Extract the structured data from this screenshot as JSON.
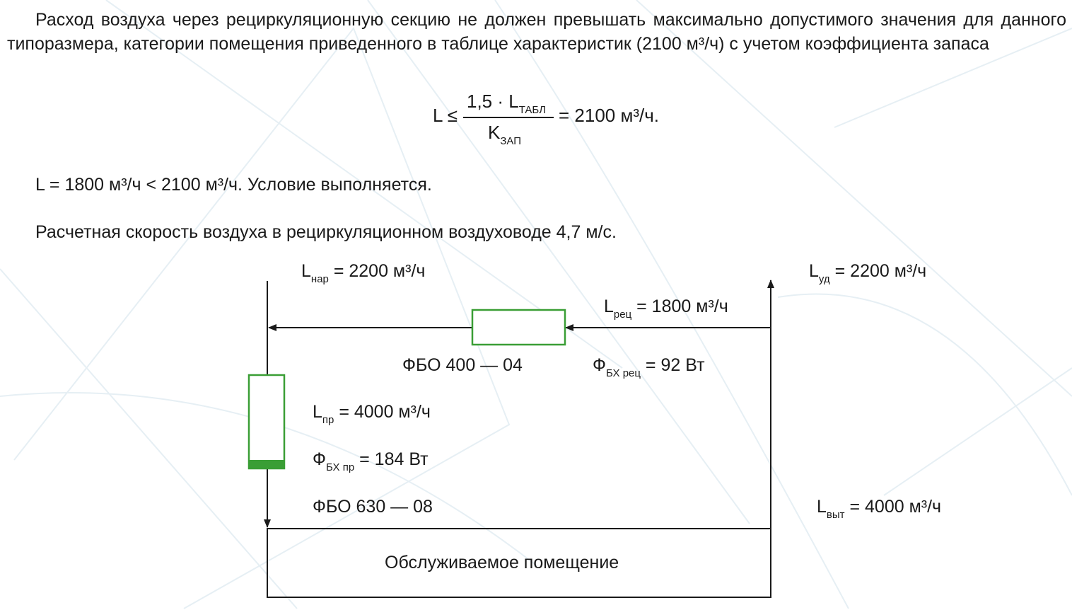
{
  "paragraph": "Расход воздуха через рециркуляционную секцию не должен превышать максимально допустимого значения для данного типоразмера, категории помещения  приведенного в таблице характеристик (2100 м³/ч) с учетом коэффициента запаса",
  "formula": {
    "lhs": "L ≤",
    "numerator": "1,5 · L",
    "numerator_sub": "ТАБЛ",
    "denominator": "K",
    "denominator_sub": "ЗАП",
    "rhs": "= 2100 м³/ч."
  },
  "condition_line": "L = 1800 м³/ч < 2100 м³/ч. Условие выполняется.",
  "velocity_line": "Расчетная скорость воздуха в рециркуляционном воздуховоде 4,7 м/с.",
  "labels": {
    "l_nar": {
      "sym": "L",
      "sub": "нар",
      "val": " = 2200 м³/ч"
    },
    "l_ud": {
      "sym": "L",
      "sub": "уд",
      "val": " = 2200 м³/ч"
    },
    "l_rec": {
      "sym": "L",
      "sub": "рец",
      "val": " = 1800 м³/ч"
    },
    "fbo_rec": "ФБО 400 — 04",
    "phi_rec": {
      "sym": "Ф",
      "sub": "БХ рец",
      "val": " = 92 Вт"
    },
    "l_pr": {
      "sym": "L",
      "sub": "пр",
      "val": " = 4000 м³/ч"
    },
    "phi_pr": {
      "sym": "Ф",
      "sub": "БХ пр",
      "val": " = 184 Вт"
    },
    "fbo_pr": "ФБО 630 — 08",
    "l_vyt": {
      "sym": "L",
      "sub": "выт",
      "val": " = 4000 м³/ч"
    },
    "room": "Обслуживаемое помещение"
  },
  "colors": {
    "filter_green": "#3a9e35",
    "line": "#1a1a1a",
    "bg_pattern": "#e9f2f6"
  }
}
